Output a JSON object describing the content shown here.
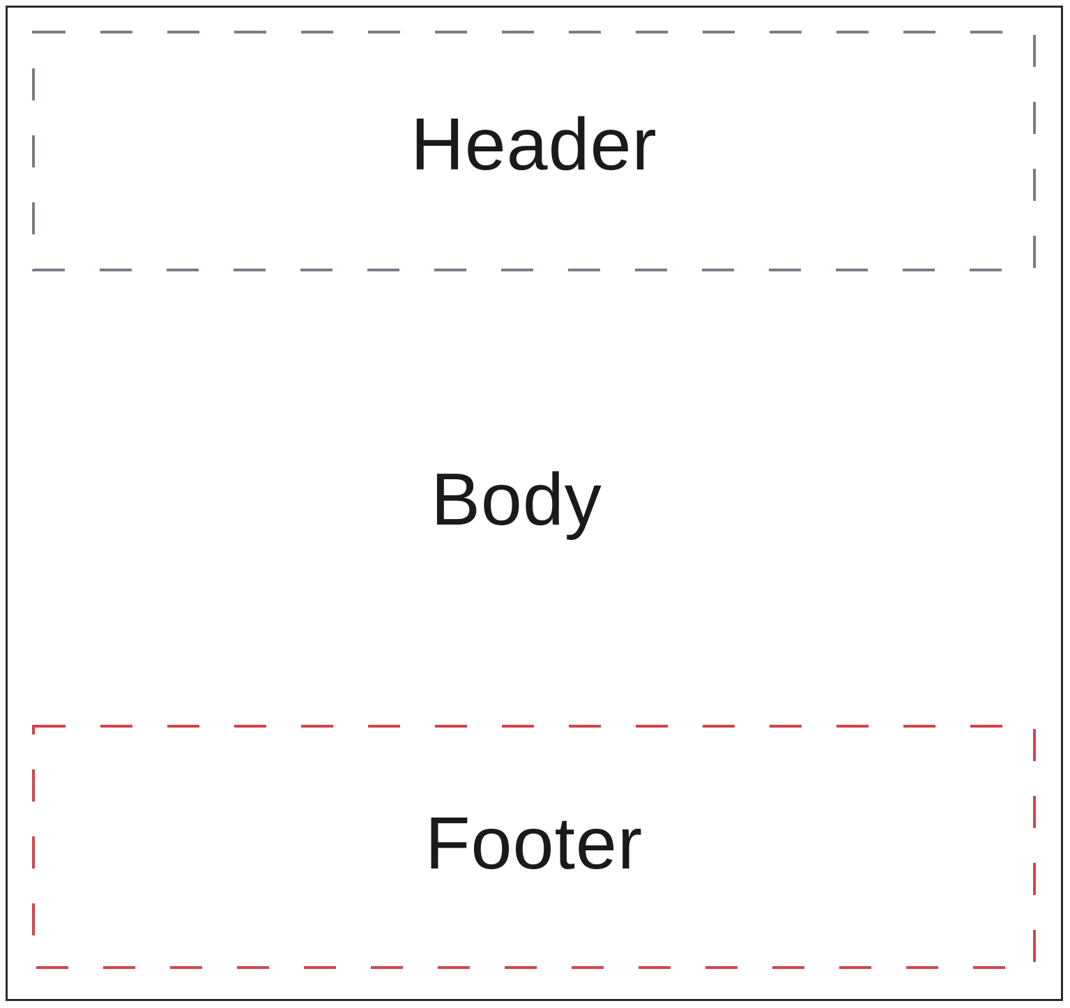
{
  "regions": {
    "header": {
      "label": "Header",
      "border_color": "#7f7a86"
    },
    "body": {
      "label": "Body"
    },
    "footer": {
      "label": "Footer",
      "border_color": "#d0454c"
    }
  },
  "frame": {
    "border_color": "#2b2b2b"
  }
}
